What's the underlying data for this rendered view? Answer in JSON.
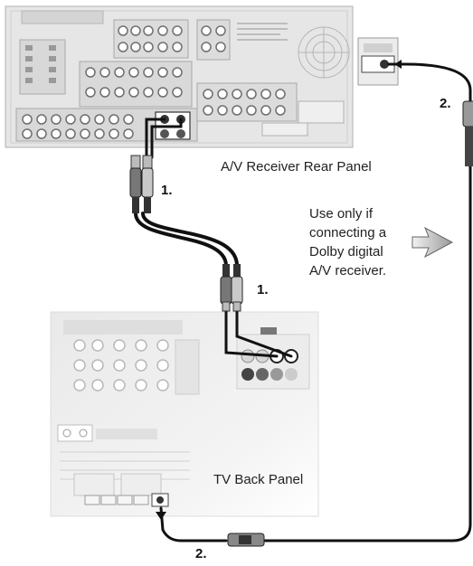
{
  "labels": {
    "receiver_caption": "A/V Receiver Rear Panel",
    "tv_caption": "TV Back Panel",
    "note_lines": [
      "Use only if",
      "connecting a",
      "Dolby digital",
      "A/V receiver."
    ],
    "step1_top": "1.",
    "step1_mid": "1.",
    "step2_right": "2.",
    "step2_bottom": "2."
  },
  "icons": {
    "note_arrow": "arrow-right-icon",
    "optical_port": "optical-port-icon",
    "rca_plug": "rca-plug-icon"
  },
  "colors": {
    "cable": "#111111",
    "receiver_panel": "#e6e6e6",
    "tv_panel": "#f1f1f1",
    "port_gray": "#8a8a8a"
  }
}
